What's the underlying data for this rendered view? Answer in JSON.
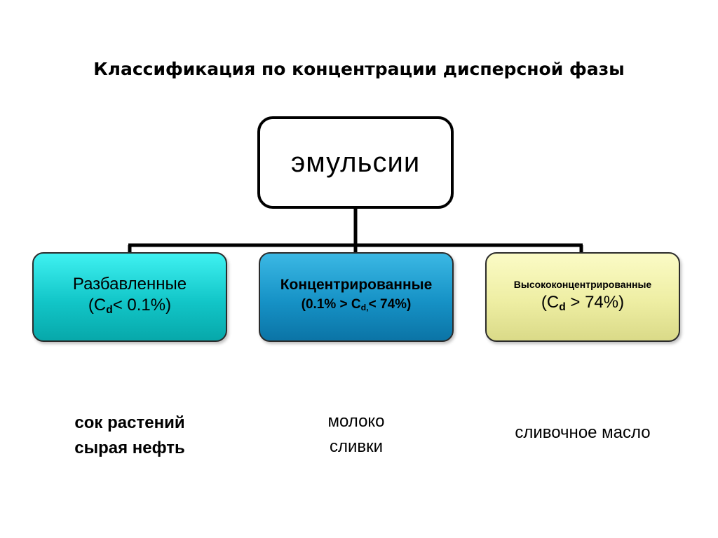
{
  "title": "Классификация по концентрации дисперсной фазы",
  "root": {
    "label": "эмульсии"
  },
  "categories": [
    {
      "name": "Разбавленные",
      "cond_pre": "(C",
      "cond_sub": "d",
      "cond_post": "< 0.1%)",
      "examples": [
        "сок растений",
        "сырая нефть"
      ],
      "color": "#12c6c8"
    },
    {
      "name": "Концентрированные",
      "cond_pre": "(0.1% > C",
      "cond_sub": "d,",
      "cond_post": "< 74%)",
      "examples": [
        "молоко",
        "сливки"
      ],
      "color": "#1692c6"
    },
    {
      "name": "Высококонцентрированные",
      "cond_pre": "(C",
      "cond_sub": "d",
      "cond_post": " > 74%)",
      "examples": [
        "сливочное масло"
      ],
      "color": "#eeeea3"
    }
  ]
}
